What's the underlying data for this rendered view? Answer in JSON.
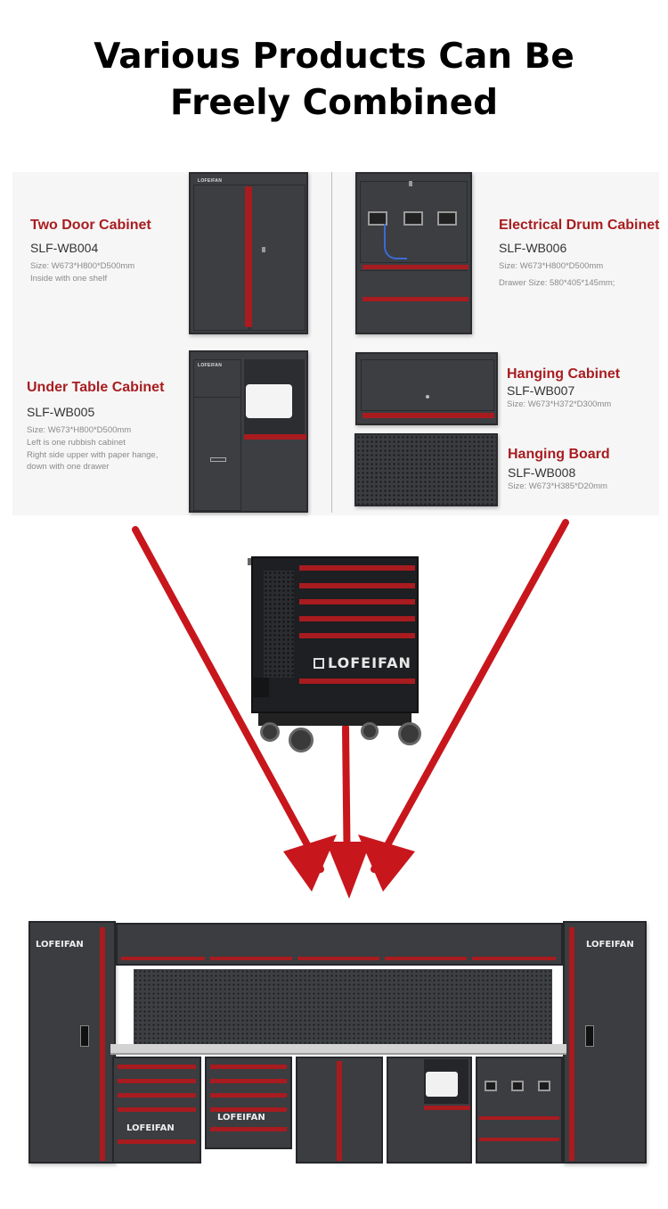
{
  "title": {
    "line1": "Various Products Can Be",
    "line2": "Freely Combined"
  },
  "products": [
    {
      "name": "Two Door Cabinet",
      "code": "SLF-WB004",
      "spec": [
        "Size: W673*H800*D500mm",
        "Inside with one shelf"
      ]
    },
    {
      "name": "Electrical Drum Cabinet",
      "code": "SLF-WB006",
      "spec": [
        "Size: W673*H800*D500mm",
        "Drawer Size: 580*405*145mm;"
      ]
    },
    {
      "name": "Under Table Cabinet",
      "code": "SLF-WB005",
      "spec": [
        "Size: W673*H800*D500mm",
        "Left is one rubbish cabinet",
        "Right side upper with paper hange,",
        "down with one drawer"
      ]
    },
    {
      "name": "Hanging Cabinet",
      "code": "SLF-WB007",
      "spec": [
        "Size: W673*H372*D300mm"
      ]
    },
    {
      "name": "Hanging Board",
      "code": "SLF-WB008",
      "spec": [
        "Size: W673*H385*D20mm"
      ]
    }
  ],
  "brand": {
    "logo_text": "LOFEIFAN",
    "logo_text_small": "LOFEIFAN",
    "color_red": "#a81b1f",
    "color_body": "#3c3e42",
    "color_arrow": "#c8161d"
  },
  "icons": {
    "logo": "lofeifan-logo-icon",
    "arrow": "arrow-down-icon"
  }
}
